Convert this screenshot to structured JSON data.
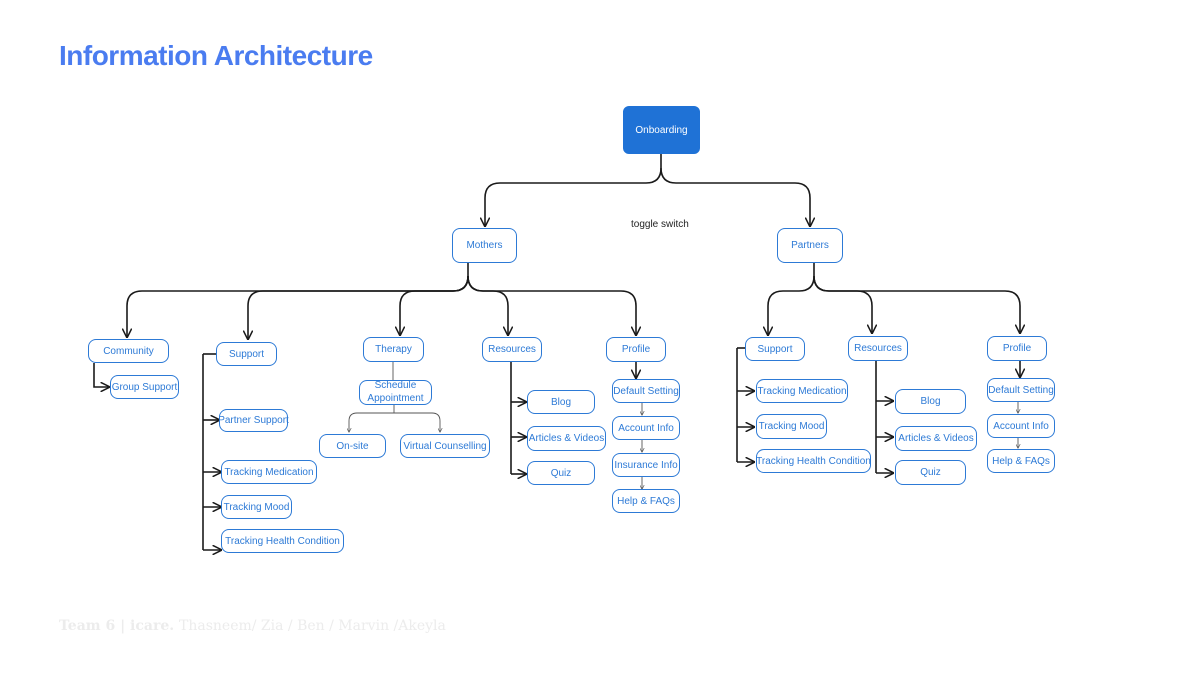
{
  "title": "Information Architecture",
  "toggle_note": "toggle switch",
  "footer": {
    "team": "Team 6 | icare.",
    "members": "Thasneem/ Zia / Ben / Marvin /Akeyla"
  },
  "nodes": {
    "onboarding": "Onboarding",
    "mothers": "Mothers",
    "partners": "Partners",
    "m_community": "Community",
    "m_group_support": "Group Support",
    "m_support": "Support",
    "m_partner_support": "Partner Support",
    "m_tracking_medication": "Tracking Medication",
    "m_tracking_mood": "Tracking Mood",
    "m_tracking_health": "Tracking Health Condition",
    "m_therapy": "Therapy",
    "m_schedule": "Schedule Appointment",
    "m_onsite": "On-site",
    "m_virtual": "Virtual Counselling",
    "m_resources": "Resources",
    "m_blog": "Blog",
    "m_articles": "Articles & Videos",
    "m_quiz": "Quiz",
    "m_profile": "Profile",
    "m_default_setting": "Default Setting",
    "m_account_info": "Account Info",
    "m_insurance_info": "Insurance Info",
    "m_help": "Help & FAQs",
    "p_support": "Support",
    "p_tracking_medication": "Tracking Medication",
    "p_tracking_mood": "Tracking Mood",
    "p_tracking_health": "Tracking Health Condition",
    "p_resources": "Resources",
    "p_blog": "Blog",
    "p_articles": "Articles & Videos",
    "p_quiz": "Quiz",
    "p_profile": "Profile",
    "p_default_setting": "Default Setting",
    "p_account_info": "Account Info",
    "p_help": "Help & FAQs"
  },
  "colors": {
    "title": "#4a7cf0",
    "node_border": "#2d7ad6",
    "root_fill": "#1f72d6",
    "connector": "#1a1a1a",
    "footer": "#ececec"
  }
}
